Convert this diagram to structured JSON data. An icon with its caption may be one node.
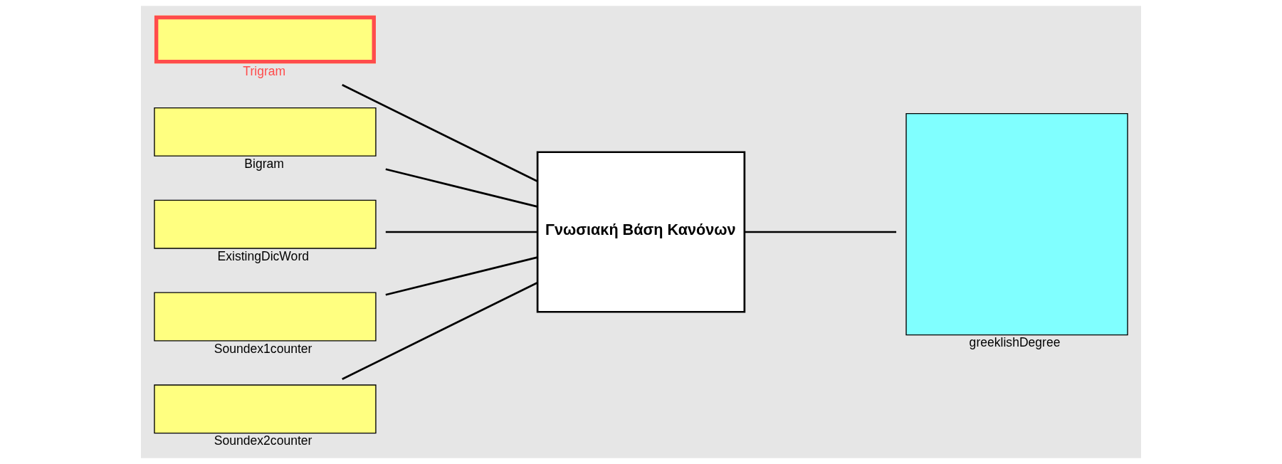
{
  "diagram": {
    "nodes": [
      {
        "text": [
          "Trigram"
        ]
      },
      {
        "text": [
          "Bigram"
        ]
      },
      {
        "text": [
          "ExistingDicWord"
        ]
      },
      {
        "text": [
          "Soundex1counter"
        ]
      },
      {
        "text": [
          "Soundex2counter"
        ]
      },
      {
        "text": [
          "Γνωσιακή Βάση Κανόνων"
        ]
      },
      {
        "text": [
          "greeklishDegree"
        ]
      }
    ],
    "edges": [
      {
        "from": 0,
        "to": 5,
        "arrow": "none"
      },
      {
        "from": 1,
        "to": 5,
        "arrow": "none"
      },
      {
        "from": 2,
        "to": 5,
        "arrow": "none"
      },
      {
        "from": 3,
        "to": 5,
        "arrow": "none"
      },
      {
        "from": 4,
        "to": 5,
        "arrow": "none"
      },
      {
        "from": 5,
        "to": 6,
        "arrow": "none"
      }
    ]
  }
}
